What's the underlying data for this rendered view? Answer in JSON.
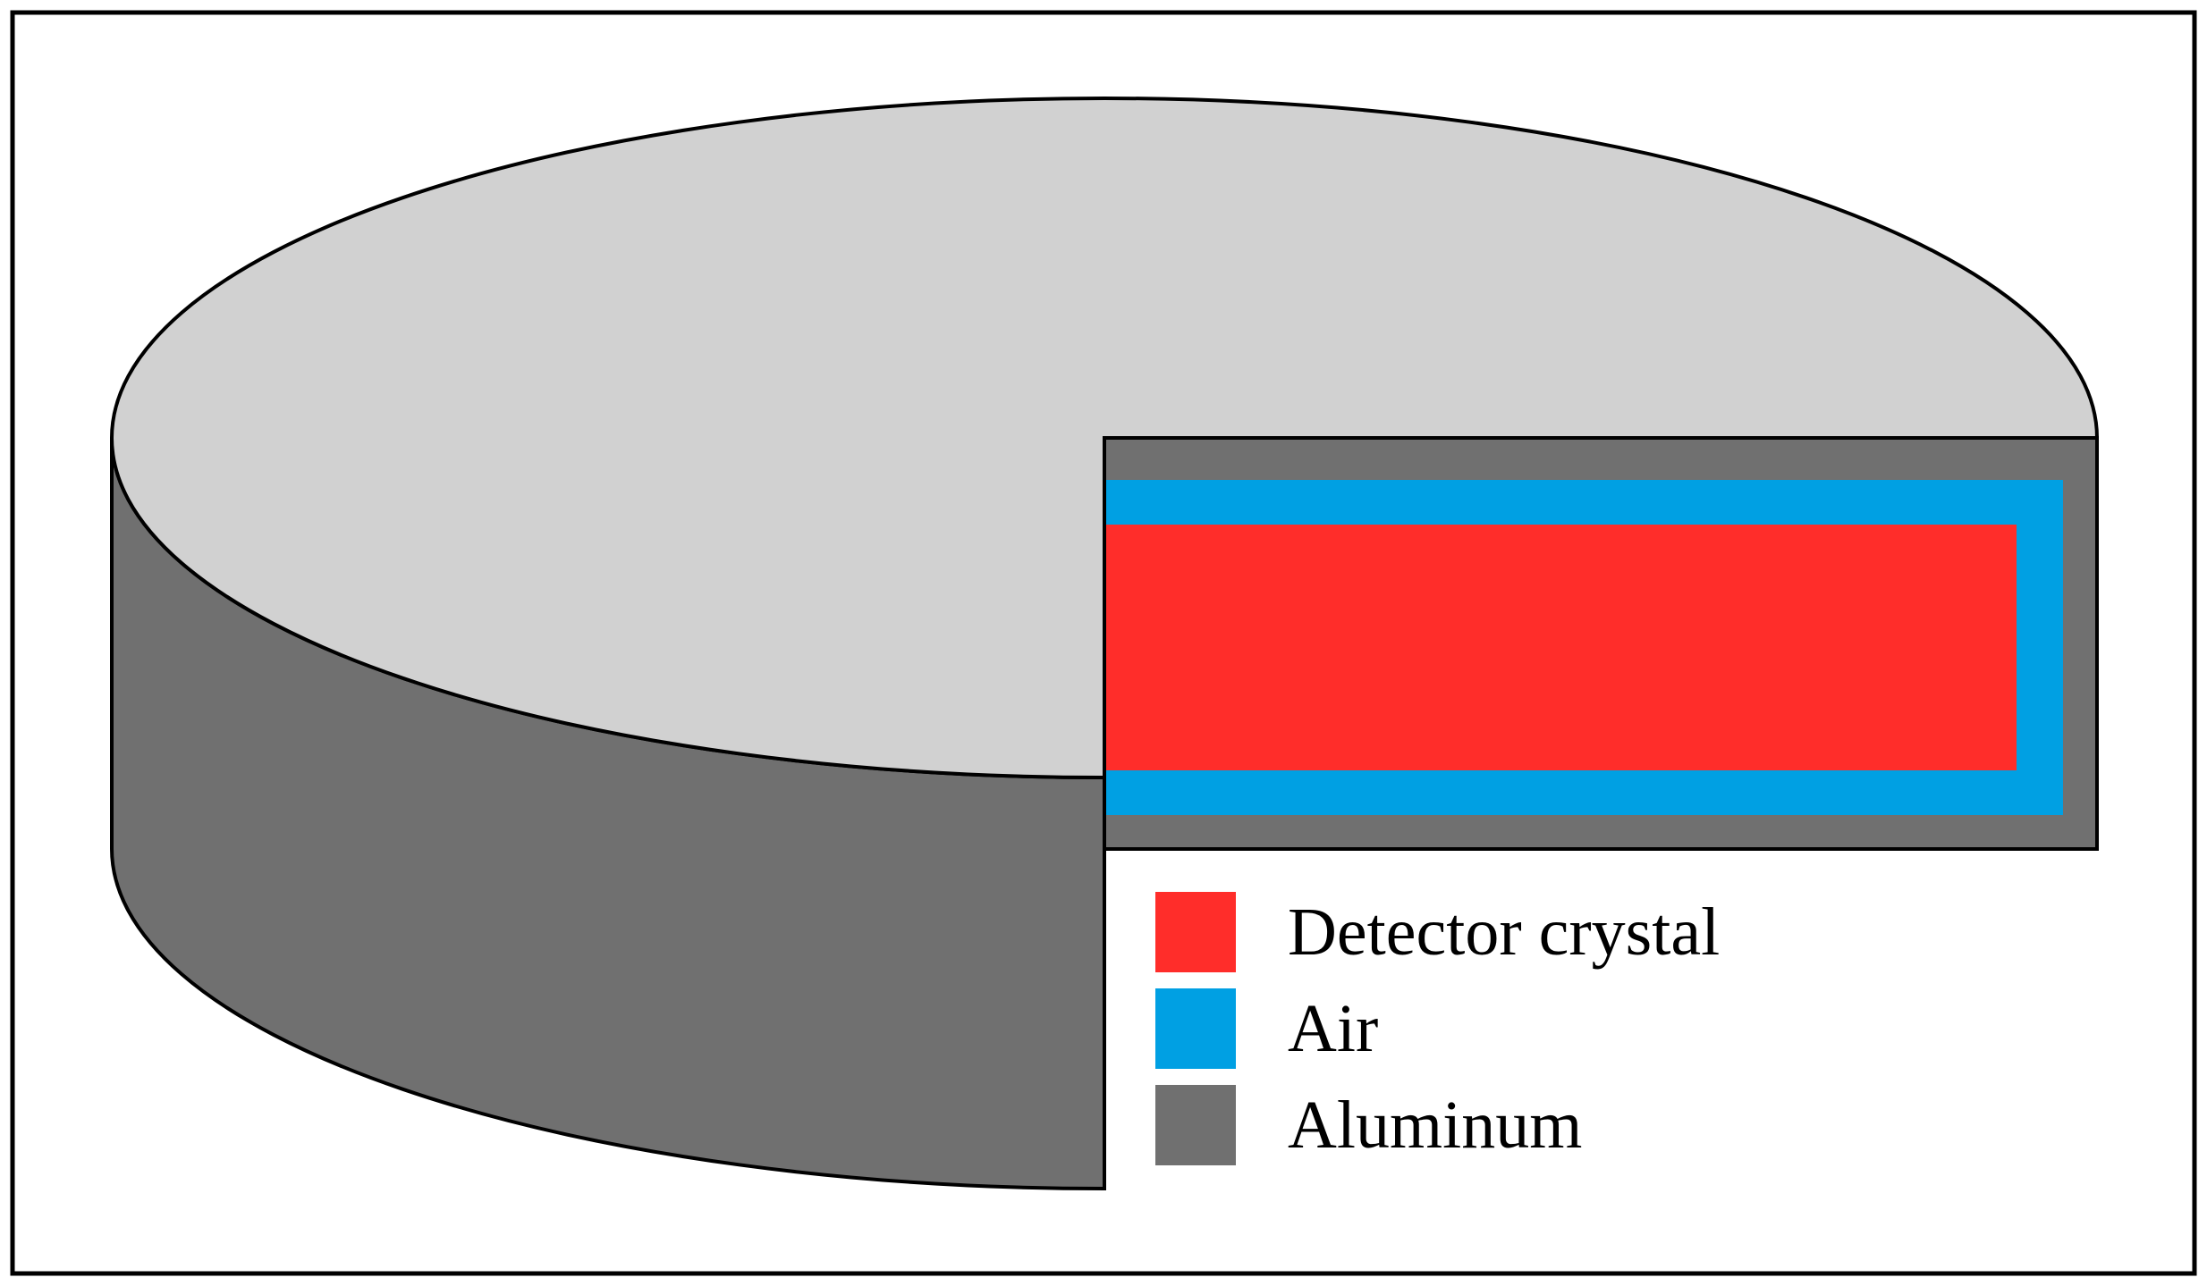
{
  "colors": {
    "background": "#ffffff",
    "frame": "#000000",
    "disk_top": "#d1d1d1",
    "aluminum": "#707070",
    "air": "#00a0e3",
    "crystal": "#ff2d2a",
    "outline": "#000000"
  },
  "legend": {
    "items": [
      {
        "label": "Detector crystal",
        "color": "#ff2d2a",
        "material": "crystal"
      },
      {
        "label": "Air",
        "color": "#00a0e3",
        "material": "air"
      },
      {
        "label": "Aluminum",
        "color": "#707070",
        "material": "aluminum"
      }
    ]
  }
}
